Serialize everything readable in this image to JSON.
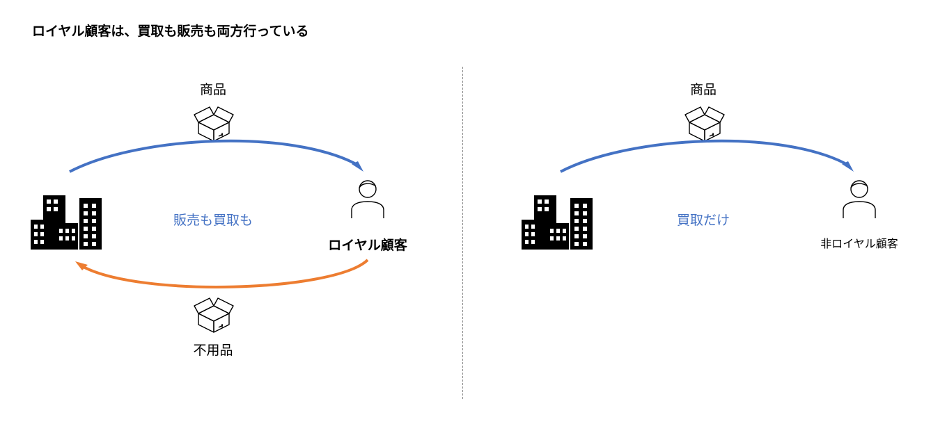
{
  "title": "ロイヤル顧客は、買取も販売も両方行っている",
  "left_panel": {
    "top_item_label": "商品",
    "center_label": "販売も買取も",
    "customer_label": "ロイヤル顧客",
    "bottom_item_label": "不用品"
  },
  "right_panel": {
    "top_item_label": "商品",
    "center_label": "買取だけ",
    "customer_label": "非ロイヤル顧客"
  },
  "colors": {
    "blue_arrow": "#4472c4",
    "orange_arrow": "#ed7d31",
    "center_text": "#4472c4",
    "divider": "#8c8c8c"
  },
  "icons": [
    "box-icon",
    "building-icon",
    "person-icon"
  ]
}
